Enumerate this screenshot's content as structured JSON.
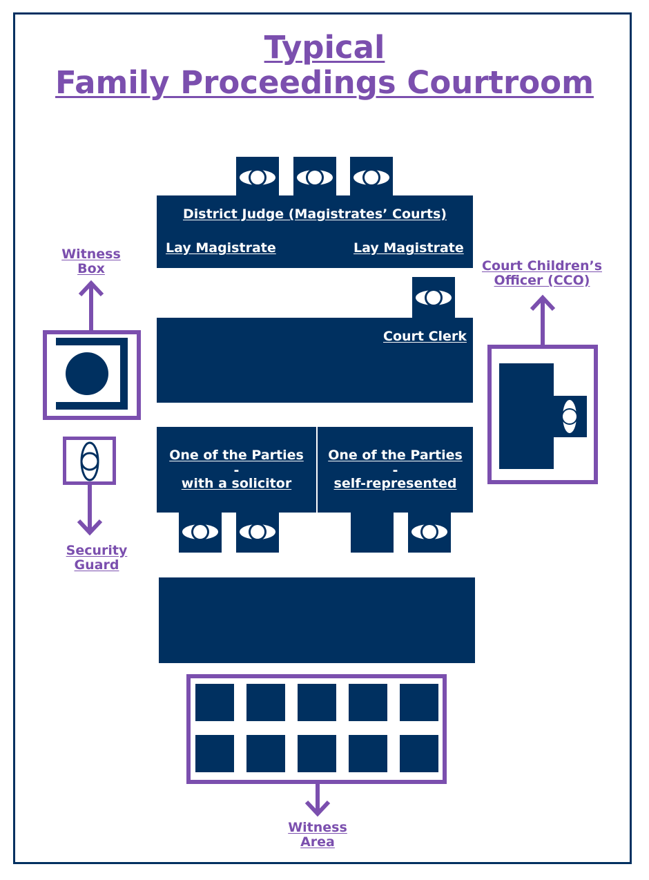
{
  "title": {
    "line1": "Typical",
    "line2": "Family Proceedings Courtroom"
  },
  "bench": {
    "judge": "District Judge (Magistrates’ Courts)",
    "magistrate_left": "Lay Magistrate",
    "magistrate_right": "Lay Magistrate"
  },
  "clerk": {
    "label": "Court Clerk"
  },
  "parties": {
    "left": {
      "line1": "One of the Parties",
      "dash": "-",
      "line2": "with a solicitor"
    },
    "right": {
      "line1": "One of the Parties",
      "dash": "-",
      "line2": "self-represented"
    }
  },
  "witness_box": {
    "line1": "Witness",
    "line2": "Box"
  },
  "security": {
    "line1": "Security",
    "line2": "Guard"
  },
  "cco": {
    "line1": "Court Children’s",
    "line2": "Officer (CCO)"
  },
  "witness_area": {
    "line1": "Witness",
    "line2": "Area"
  },
  "colors": {
    "navy": "#003060",
    "purple": "#7b4fae",
    "white": "#ffffff"
  },
  "icons": {
    "person": "person-top-view-icon",
    "arrow": "arrow-icon"
  }
}
